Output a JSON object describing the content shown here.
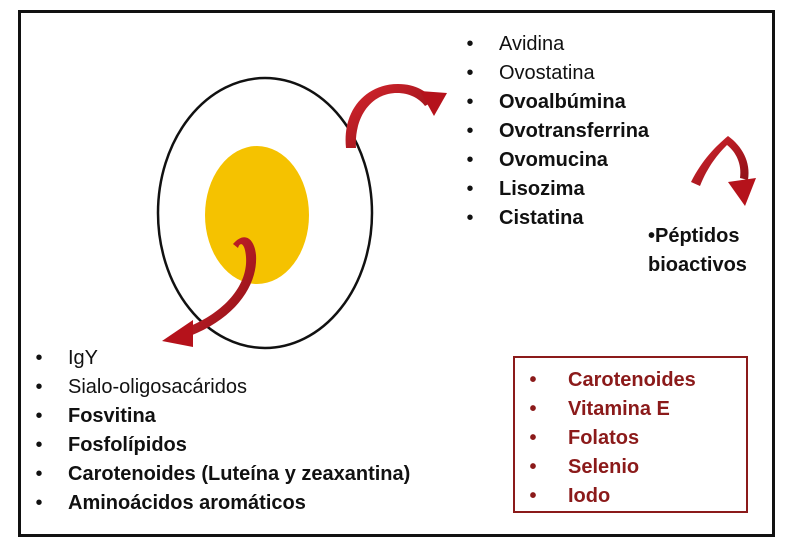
{
  "egg_white_proteins": [
    {
      "label": "Avidina",
      "bold": false
    },
    {
      "label": "Ovostatina",
      "bold": false
    },
    {
      "label": "Ovoalbúmina",
      "bold": true
    },
    {
      "label": "Ovotransferrina",
      "bold": true
    },
    {
      "label": "Ovomucina",
      "bold": true
    },
    {
      "label": "Lisozima",
      "bold": true
    },
    {
      "label": "Cistatina",
      "bold": true
    }
  ],
  "bioactive_peptides": {
    "line1": "•Péptidos",
    "line2": "bioactivos"
  },
  "yolk_components": [
    {
      "label": "IgY",
      "bold": false
    },
    {
      "label": "Sialo-oligosacáridos",
      "bold": false
    },
    {
      "label": "Fosvitina",
      "bold": true
    },
    {
      "label": "Fosfolípidos",
      "bold": true
    },
    {
      "label": "Carotenoides (Luteína y zeaxantina)",
      "bold": true
    },
    {
      "label": "Aminoácidos aromáticos",
      "bold": true
    }
  ],
  "micronutrients": [
    "Carotenoides",
    "Vitamina E",
    "Folatos",
    "Selenio",
    "Iodo"
  ],
  "bullet": "•",
  "colors": {
    "yolk": "#f5c200",
    "arrow": "#b5121b",
    "box_text": "#8b1a1a",
    "border": "#111111"
  }
}
